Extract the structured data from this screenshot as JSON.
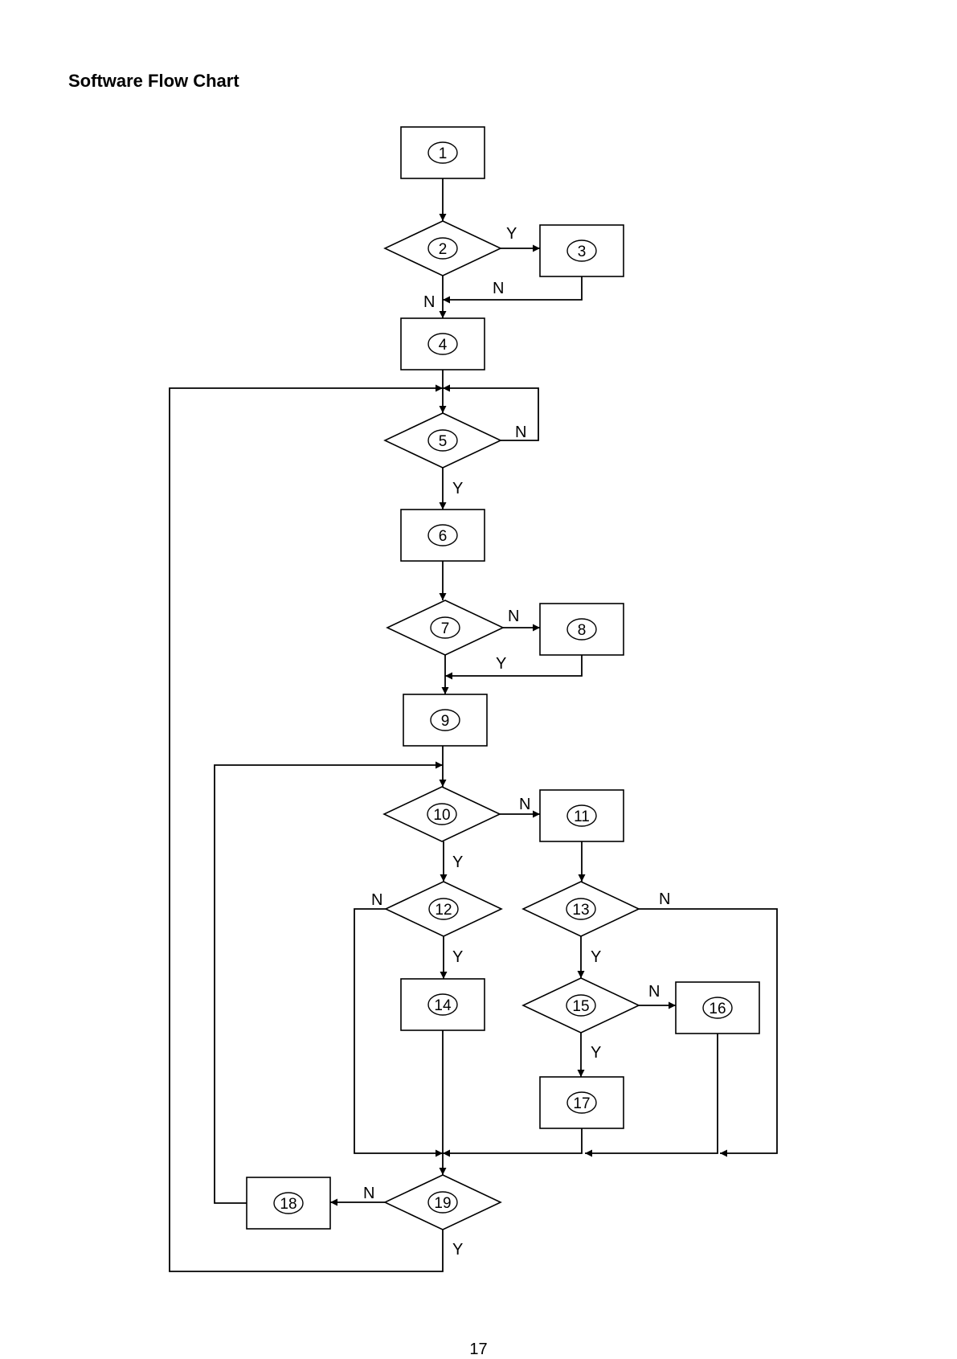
{
  "page": {
    "title": "Software Flow Chart",
    "page_number": "17"
  },
  "nodes": [
    {
      "id": "1",
      "shape": "process"
    },
    {
      "id": "2",
      "shape": "decision"
    },
    {
      "id": "3",
      "shape": "process"
    },
    {
      "id": "4",
      "shape": "process"
    },
    {
      "id": "5",
      "shape": "decision"
    },
    {
      "id": "6",
      "shape": "process"
    },
    {
      "id": "7",
      "shape": "decision"
    },
    {
      "id": "8",
      "shape": "process"
    },
    {
      "id": "9",
      "shape": "process"
    },
    {
      "id": "10",
      "shape": "decision"
    },
    {
      "id": "11",
      "shape": "process"
    },
    {
      "id": "12",
      "shape": "decision"
    },
    {
      "id": "13",
      "shape": "decision"
    },
    {
      "id": "14",
      "shape": "process"
    },
    {
      "id": "15",
      "shape": "decision"
    },
    {
      "id": "16",
      "shape": "process"
    },
    {
      "id": "17",
      "shape": "process"
    },
    {
      "id": "18",
      "shape": "process"
    },
    {
      "id": "19",
      "shape": "decision"
    }
  ],
  "edges": [
    {
      "from": "1",
      "to": "2"
    },
    {
      "from": "2",
      "to": "3",
      "label": "Y"
    },
    {
      "from": "2",
      "to": "4",
      "label": "N"
    },
    {
      "from": "3",
      "to": "4",
      "label": "N"
    },
    {
      "from": "4",
      "to": "5"
    },
    {
      "from": "5",
      "to": "5",
      "label": "N"
    },
    {
      "from": "5",
      "to": "6",
      "label": "Y"
    },
    {
      "from": "6",
      "to": "7"
    },
    {
      "from": "7",
      "to": "8",
      "label": "N"
    },
    {
      "from": "7",
      "to": "9",
      "label": "Y"
    },
    {
      "from": "8",
      "to": "9"
    },
    {
      "from": "9",
      "to": "10"
    },
    {
      "from": "10",
      "to": "11",
      "label": "N"
    },
    {
      "from": "10",
      "to": "12",
      "label": "Y"
    },
    {
      "from": "11",
      "to": "13"
    },
    {
      "from": "12",
      "to": "19",
      "label": "N"
    },
    {
      "from": "12",
      "to": "14",
      "label": "Y"
    },
    {
      "from": "13",
      "to": "19",
      "label": "N"
    },
    {
      "from": "13",
      "to": "15",
      "label": "Y"
    },
    {
      "from": "14",
      "to": "19"
    },
    {
      "from": "15",
      "to": "16",
      "label": "N"
    },
    {
      "from": "15",
      "to": "17",
      "label": "Y"
    },
    {
      "from": "16",
      "to": "19"
    },
    {
      "from": "17",
      "to": "19"
    },
    {
      "from": "19",
      "to": "18",
      "label": "N"
    },
    {
      "from": "18",
      "to": "10"
    },
    {
      "from": "19",
      "to": "5",
      "label": "Y"
    }
  ]
}
